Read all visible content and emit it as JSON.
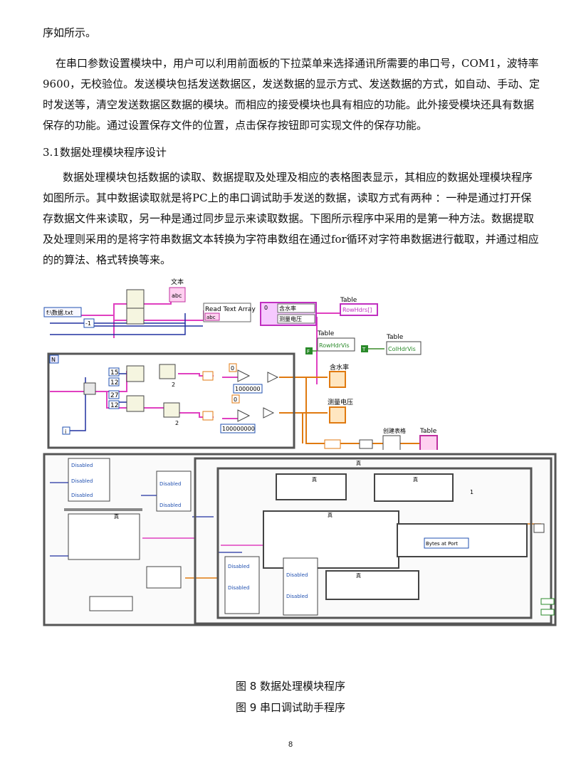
{
  "text": {
    "p1": "序如所示。",
    "p2": "在串口参数设置模块中，用户可以利用前面板的下拉菜单来选择通讯所需要的串口号，COM1，波特率 9600，无校验位。发送模块包括发送数据区，发送数据的显示方式、发送数据的方式，如自动、手动、定时发送等，清空发送数据区数据的模块。而相应的接受模块也具有相应的功能。此外接受模块还具有数据保存的功能。通过设置保存文件的位置，点击保存按钮即可实现文件的保存功能。",
    "h31": "3.1数据处理模块程序设计",
    "p3": "数据处理模块包括数据的读取、数据提取及处理及相应的表格图表显示，其相应的数据处理模块程序如图所示。其中数据读取就是将PC上的串口调试助手发送的数据，读取方式有两种 ：一种是通过打开保存数据文件来读取，另一种是通过同步显示来读取数据。下图所示程序中采用的是第一种方法。数据提取及处理则采用的是将字符串数据文本转换为字符串数组在通过for循环对字符串数据进行截取，并通过相应的的算法、格式转换等来。"
  },
  "fig8": {
    "wenben": "文本",
    "abc": "abc",
    "path": "f:\\数据.txt",
    "neg1": "-1",
    "read_text": "Read Text Array",
    "abc2": "abc",
    "zero": "0",
    "han_shui": "含水率",
    "ce_liang": "测量电压",
    "table1": "Table",
    "rowhdrs": "RowHdrs[]",
    "table2": "Table",
    "rowhdrvis": "RowHdrVis",
    "table3": "Table",
    "colhdrvis": "ColHdrVis",
    "N": "N",
    "i": "i",
    "n15": "15",
    "n12": "12",
    "n27": "27",
    "n12b": "12",
    "two1": "2",
    "two2": "2",
    "zero_a": "0",
    "zero_b": "0",
    "n1m": "1000000",
    "n100m": "100000000",
    "han_shui2": "含水率",
    "ce_liang2": "测量电压",
    "chuang_jian": "创建表格",
    "table4": "Table",
    "f_bool": "F",
    "t_bool": "T"
  },
  "fig9": {
    "true_label": "真",
    "disabled": "Disabled",
    "bytes_at_port": "Bytes at Port",
    "n1": "1"
  },
  "captions": {
    "fig8": "图 8 数据处理模块程序",
    "fig9": "图 9 串口调试助手程序"
  },
  "page_number": "8"
}
